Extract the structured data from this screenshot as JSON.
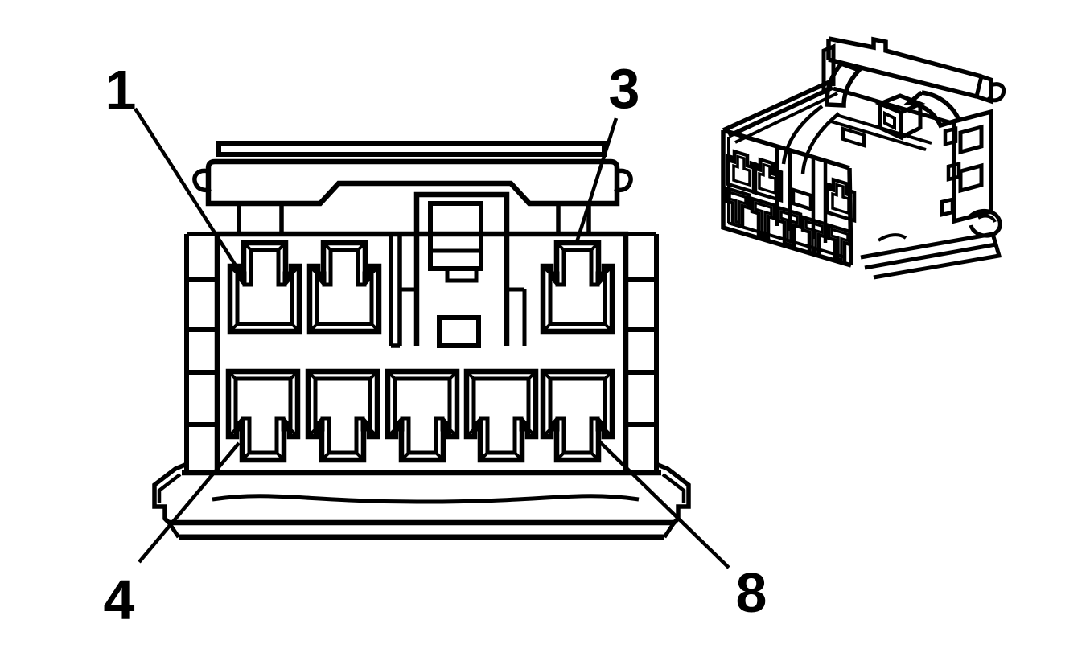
{
  "figure": {
    "background_color": "#ffffff",
    "line_color": "#000000",
    "callouts": [
      {
        "label": "1"
      },
      {
        "label": "3"
      },
      {
        "label": "4"
      },
      {
        "label": "8"
      }
    ],
    "depicted": {
      "top_row_cavities": 3,
      "bottom_row_cavities": 5
    }
  }
}
